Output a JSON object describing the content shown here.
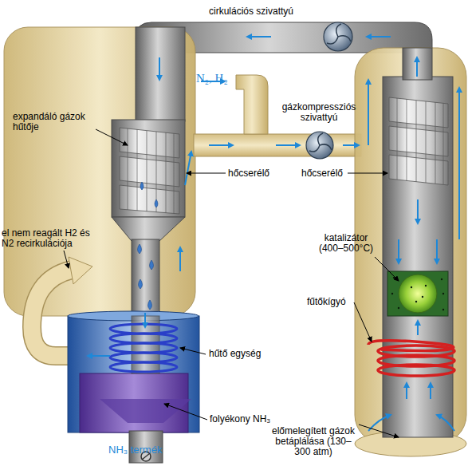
{
  "diagram": {
    "labels": [
      "cirkulációs szivattyú",
      "N₂, H₂",
      "gázkompressziós szivattyú",
      "expandáló gázok hűtője",
      "hőcserélő",
      "hőcserélő",
      "el nem reagált H2 és N2 recirkulációja",
      "katalizátor (400–500°C)",
      "fűtőkígyó",
      "hűtő egység",
      "folyékony NH₃",
      "NH₃ termék",
      "előmelegített gázok betáplálása (130–300 atm)"
    ]
  }
}
